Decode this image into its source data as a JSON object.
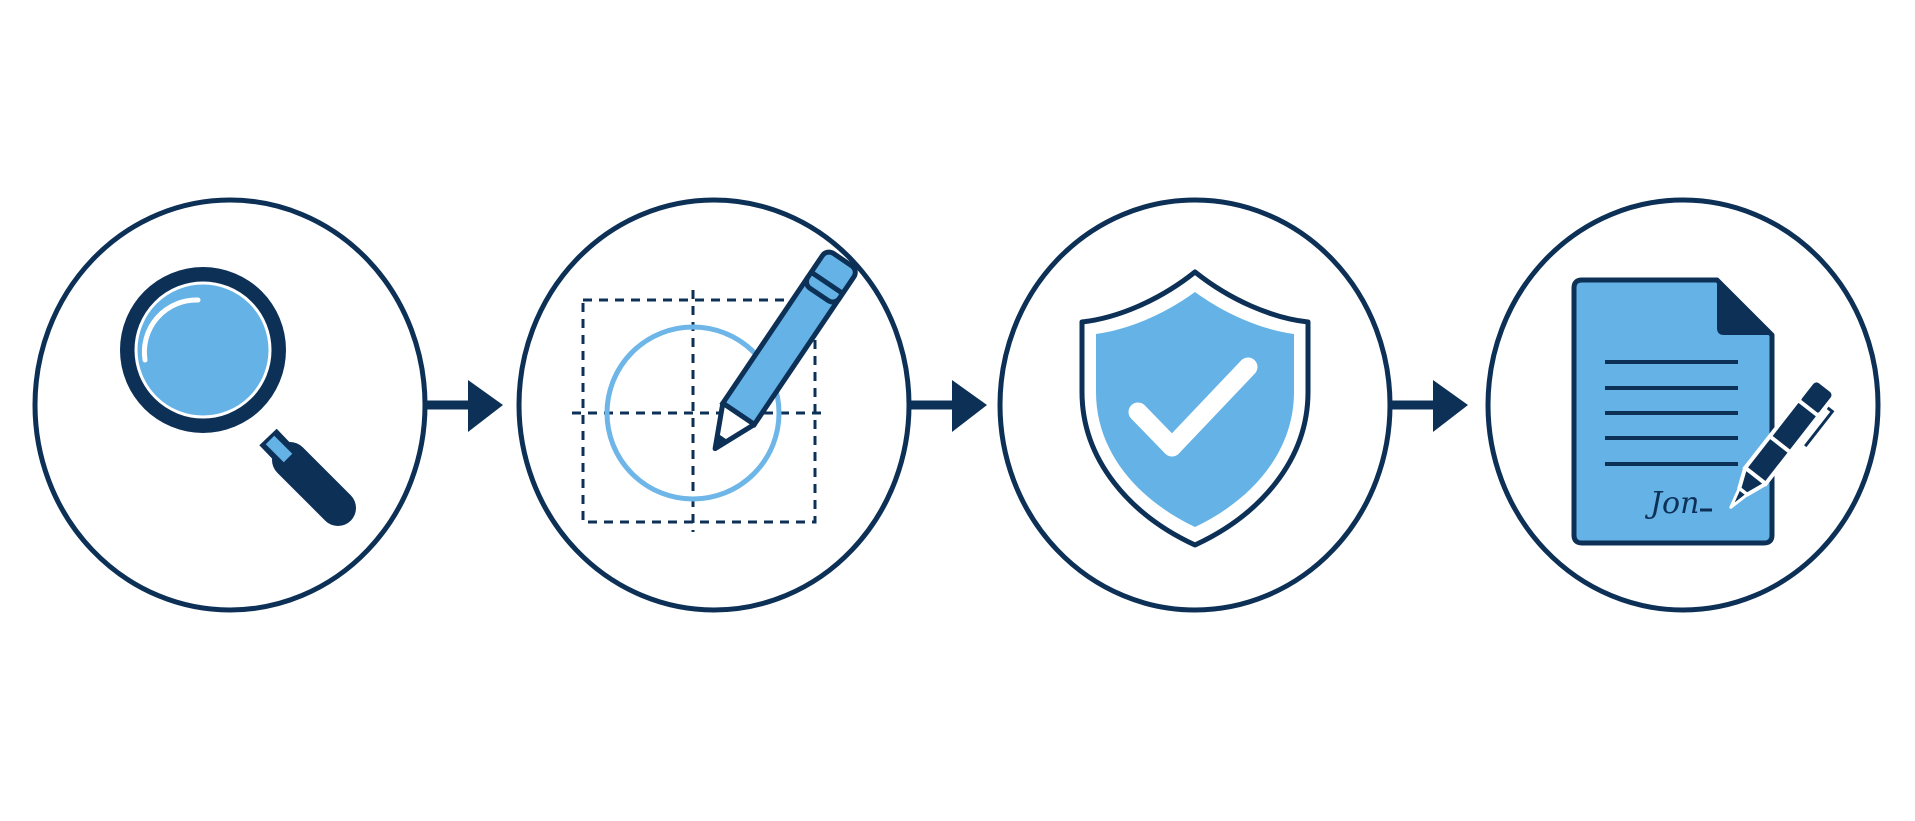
{
  "diagram": {
    "steps": [
      {
        "id": "search",
        "icon": "magnifying-glass-icon"
      },
      {
        "id": "design",
        "icon": "drafting-pencil-icon"
      },
      {
        "id": "verify",
        "icon": "shield-check-icon"
      },
      {
        "id": "sign",
        "icon": "signed-document-icon"
      }
    ],
    "connectors": [
      "arrow-right-icon",
      "arrow-right-icon",
      "arrow-right-icon"
    ],
    "signature_text": "Jon"
  },
  "colors": {
    "navy": "#0d3057",
    "blue": "#64b2e6",
    "light_blue": "#6fb6e8",
    "white": "#ffffff"
  }
}
